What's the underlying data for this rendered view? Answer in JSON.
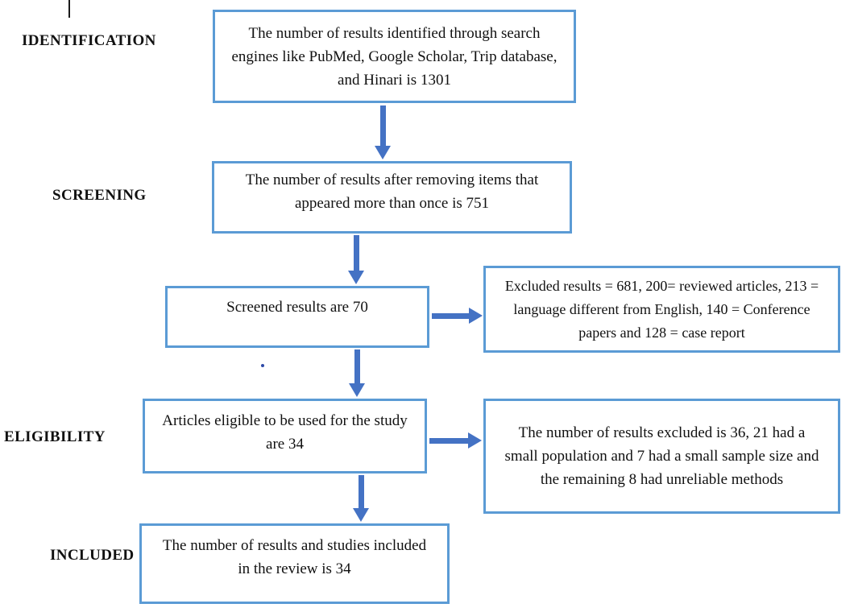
{
  "diagram": {
    "type": "prisma-flow",
    "stage_labels": [
      {
        "id": "identification",
        "text": "IDENTIFICATION"
      },
      {
        "id": "screening",
        "text": "SCREENING"
      },
      {
        "id": "eligibility",
        "text": "ELIGIBILITY"
      },
      {
        "id": "included",
        "text": "INCLUDED"
      }
    ],
    "boxes": [
      {
        "id": "identified",
        "text": "The number of results identified through search engines like PubMed, Google Scholar, Trip database, and Hinari is 1301"
      },
      {
        "id": "deduplicated",
        "text": "The number of results after removing items that appeared more than once is 751"
      },
      {
        "id": "screened",
        "text": "Screened results are 70"
      },
      {
        "id": "excluded-screening",
        "text": "Excluded results = 681, 200= reviewed articles, 213 = language different from English, 140 = Conference papers and 128 = case report"
      },
      {
        "id": "eligible",
        "text": "Articles eligible to be used for the study are 34"
      },
      {
        "id": "excluded-eligibility",
        "text": "The number of results excluded is 36, 21 had a small population and 7 had a small sample size and the remaining 8 had unreliable methods"
      },
      {
        "id": "included",
        "text": "The number of results and studies included in the review is 34"
      }
    ],
    "colors": {
      "box_border": "#5b9bd5",
      "arrow": "#4472c4",
      "text": "#111111"
    }
  }
}
